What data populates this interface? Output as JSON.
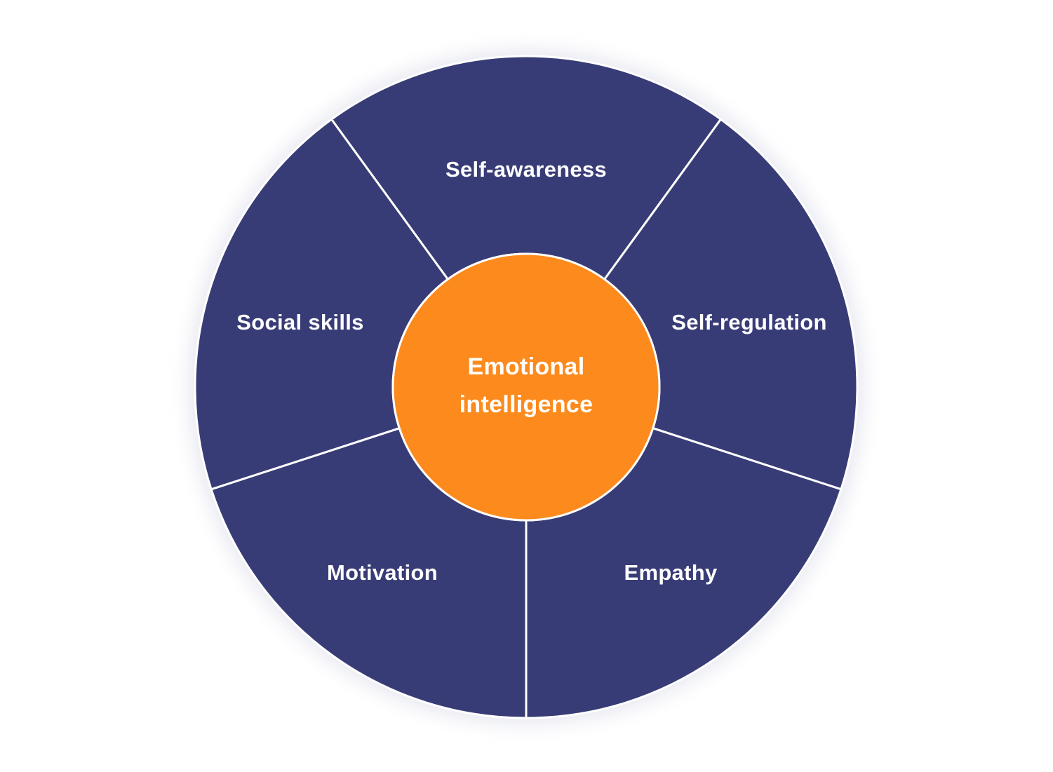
{
  "center": {
    "line1": "Emotional",
    "line2": "intelligence"
  },
  "segments": [
    {
      "label": "Self-awareness"
    },
    {
      "label": "Self-regulation"
    },
    {
      "label": "Empathy"
    },
    {
      "label": "Motivation"
    },
    {
      "label": "Social skills"
    }
  ],
  "colors": {
    "segment_fill": "#383c76",
    "center_fill": "#fc8a1c",
    "divider": "#ffffff",
    "text": "#ffffff",
    "shadow": "#e6e7f0"
  }
}
